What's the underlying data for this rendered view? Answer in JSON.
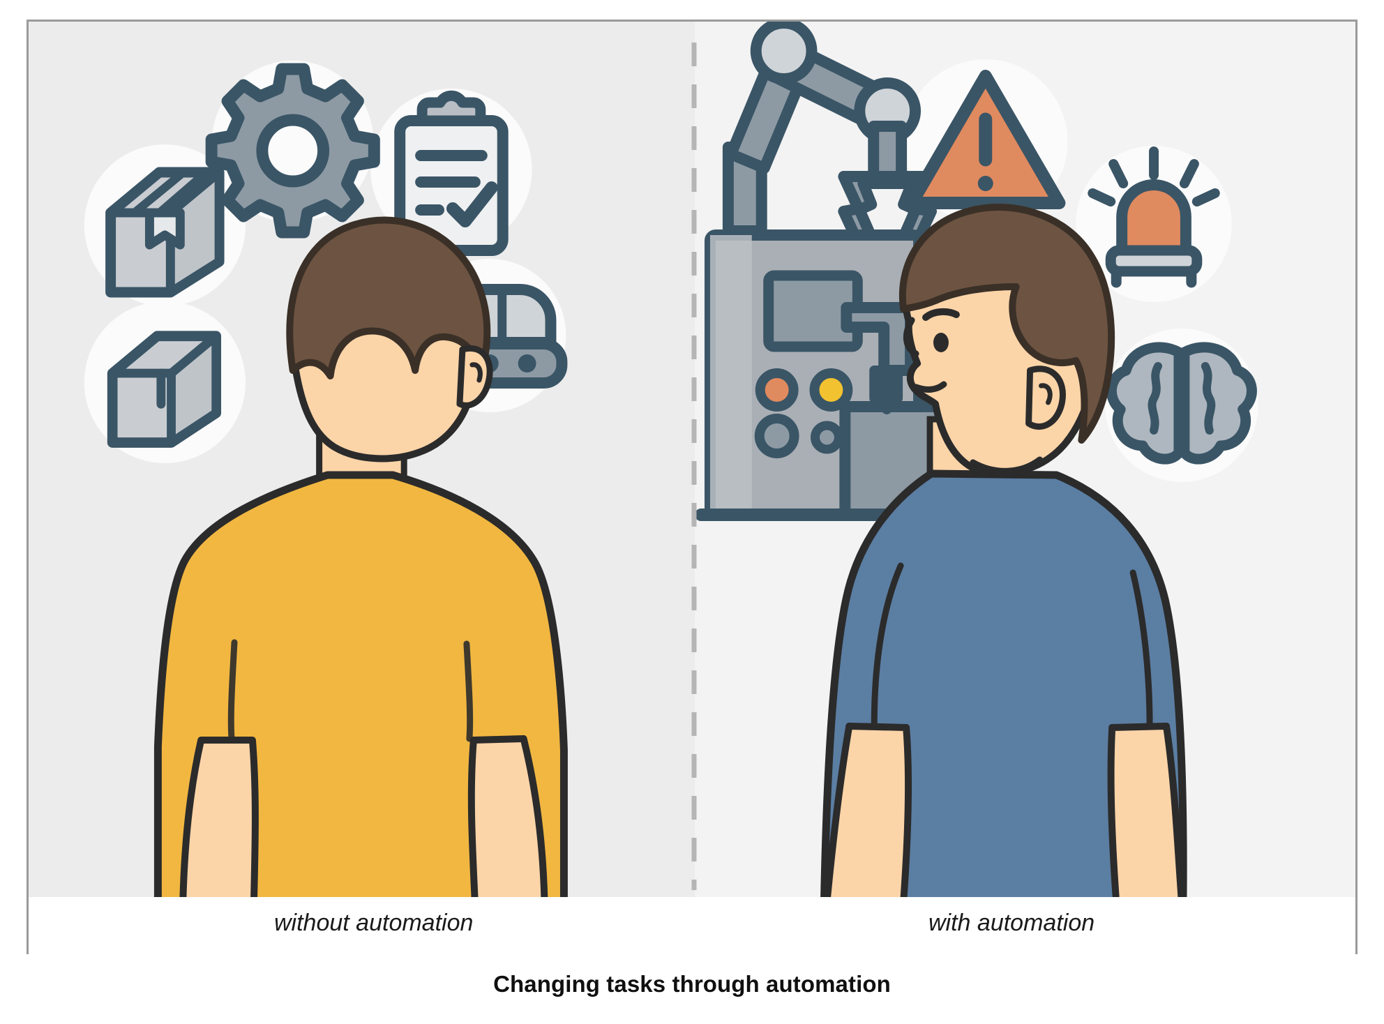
{
  "title": "Changing tasks through automation",
  "panels": {
    "left": {
      "caption": "without automation",
      "background": "#ececec",
      "person": {
        "name": "worker-back-view",
        "shirt_color": "#f2b741",
        "hair_color": "#6d5341",
        "skin_color": "#fbd4a8",
        "outline_color": "#2b2b2b"
      },
      "icons": [
        {
          "name": "box-icon",
          "label": "box",
          "fill": "#c9cdd1"
        },
        {
          "name": "gear-icon",
          "label": "gear",
          "fill": "#8d9aa4"
        },
        {
          "name": "clipboard-check-icon",
          "label": "clipboard with checklist",
          "fill": "#eef0f1"
        },
        {
          "name": "conveyor-belt-icon",
          "label": "conveyor belt",
          "fill": "#b9bec4"
        },
        {
          "name": "box-icon-2",
          "label": "box",
          "fill": "#c9cdd1"
        }
      ]
    },
    "right": {
      "caption": "with automation",
      "background": "#f3f3f3",
      "person": {
        "name": "operator-profile-view",
        "shirt_color": "#5b7ea3",
        "hair_color": "#6d5341",
        "skin_color": "#fbd4a8",
        "outline_color": "#2b2b2b"
      },
      "icons": [
        {
          "name": "robot-arm-icon",
          "label": "robotic arm with gripper",
          "fill": "#8d9aa4"
        },
        {
          "name": "machine-control-panel-icon",
          "label": "machine control panel",
          "fill": "#a9afb5"
        },
        {
          "name": "warning-triangle-icon",
          "label": "warning triangle",
          "fill": "#e08a5f"
        },
        {
          "name": "alarm-light-icon",
          "label": "alarm beacon light",
          "fill": "#e08a5f"
        },
        {
          "name": "brain-icon",
          "label": "brain",
          "fill": "#aeb7bf"
        }
      ],
      "panel_controls": {
        "indicator_1_color": "#e08a5f",
        "indicator_2_color": "#f2c230",
        "button_color": "#8d9aa4"
      }
    },
    "divider": {
      "name": "dashed-divider",
      "style": "dashed",
      "color": "#b5b5b5"
    }
  },
  "palette": {
    "outline": "#3a5566",
    "icon_dark": "#3a5566",
    "icon_light": "#cfd4d8",
    "icon_mid": "#8d9aa4",
    "accent_orange": "#e08a5f",
    "accent_yellow": "#f2b741",
    "shirt_blue": "#5b7ea3",
    "circle_bg": "#fbfbfb",
    "frame_border": "#9a9a9a"
  }
}
